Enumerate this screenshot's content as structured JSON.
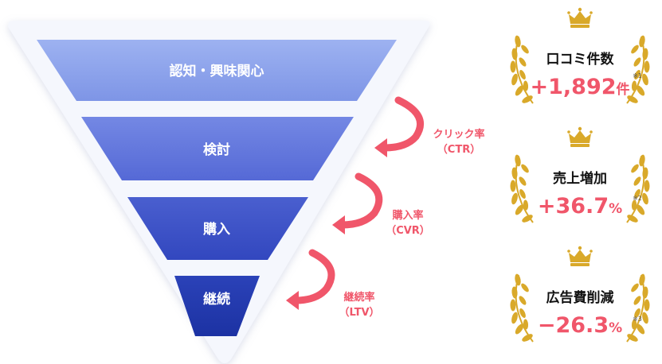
{
  "funnel": {
    "stages": [
      {
        "label": "認知・興味関心"
      },
      {
        "label": "検討"
      },
      {
        "label": "購入"
      },
      {
        "label": "継続"
      }
    ],
    "conversions": [
      {
        "name": "クリック率",
        "abbr": "（CTR）"
      },
      {
        "name": "購入率",
        "abbr": "（CVR）"
      },
      {
        "name": "継続率",
        "abbr": "（LTV）"
      }
    ]
  },
  "awards": [
    {
      "title": "口コミ件数",
      "value": "+1,892",
      "unit": "件",
      "note": "※1"
    },
    {
      "title": "売上増加",
      "value": "+36.7",
      "unit": "%",
      "note": "※2"
    },
    {
      "title": "広告費削減",
      "value": "−26.3",
      "unit": "%",
      "note": "※3"
    }
  ],
  "colors": {
    "accent": "#F0566A",
    "gold": "#D9A92A",
    "funnel_top": "#9BB0F0",
    "funnel_bottom": "#1F39A8"
  },
  "icons": [
    "crown-icon",
    "laurel-wreath-icon",
    "curved-arrow-icon"
  ]
}
